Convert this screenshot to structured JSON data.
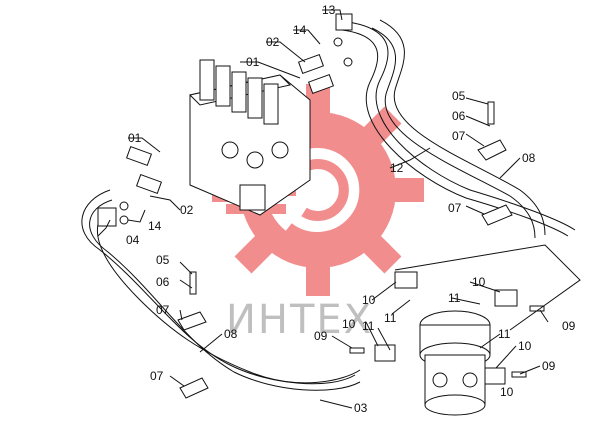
{
  "watermark": {
    "text": "ИНТЕХ",
    "color": "#f07a7a",
    "text_color": "#b4b4b4"
  },
  "labels": [
    {
      "id": "l13",
      "text": "13"
    },
    {
      "id": "l14a",
      "text": "14"
    },
    {
      "id": "l02a",
      "text": "02"
    },
    {
      "id": "l01a",
      "text": "01"
    },
    {
      "id": "l01b",
      "text": "01"
    },
    {
      "id": "l02b",
      "text": "02"
    },
    {
      "id": "l14b",
      "text": "14"
    },
    {
      "id": "l04",
      "text": "04"
    },
    {
      "id": "l12",
      "text": "12"
    },
    {
      "id": "l05a",
      "text": "05"
    },
    {
      "id": "l06a",
      "text": "06"
    },
    {
      "id": "l07a",
      "text": "07"
    },
    {
      "id": "l08a",
      "text": "08"
    },
    {
      "id": "l07b",
      "text": "07"
    },
    {
      "id": "l05b",
      "text": "05"
    },
    {
      "id": "l06b",
      "text": "06"
    },
    {
      "id": "l07c",
      "text": "07"
    },
    {
      "id": "l08b",
      "text": "08"
    },
    {
      "id": "l07d",
      "text": "07"
    },
    {
      "id": "l03",
      "text": "03"
    },
    {
      "id": "l09a",
      "text": "09"
    },
    {
      "id": "l10a",
      "text": "10"
    },
    {
      "id": "l11a",
      "text": "11"
    },
    {
      "id": "l10b",
      "text": "10"
    },
    {
      "id": "l11b",
      "text": "11"
    },
    {
      "id": "l10c",
      "text": "10"
    },
    {
      "id": "l11c",
      "text": "11"
    },
    {
      "id": "l10d",
      "text": "10"
    },
    {
      "id": "l11d",
      "text": "11"
    },
    {
      "id": "l10e",
      "text": "10"
    },
    {
      "id": "l09b",
      "text": "09"
    },
    {
      "id": "l09c",
      "text": "09"
    }
  ]
}
